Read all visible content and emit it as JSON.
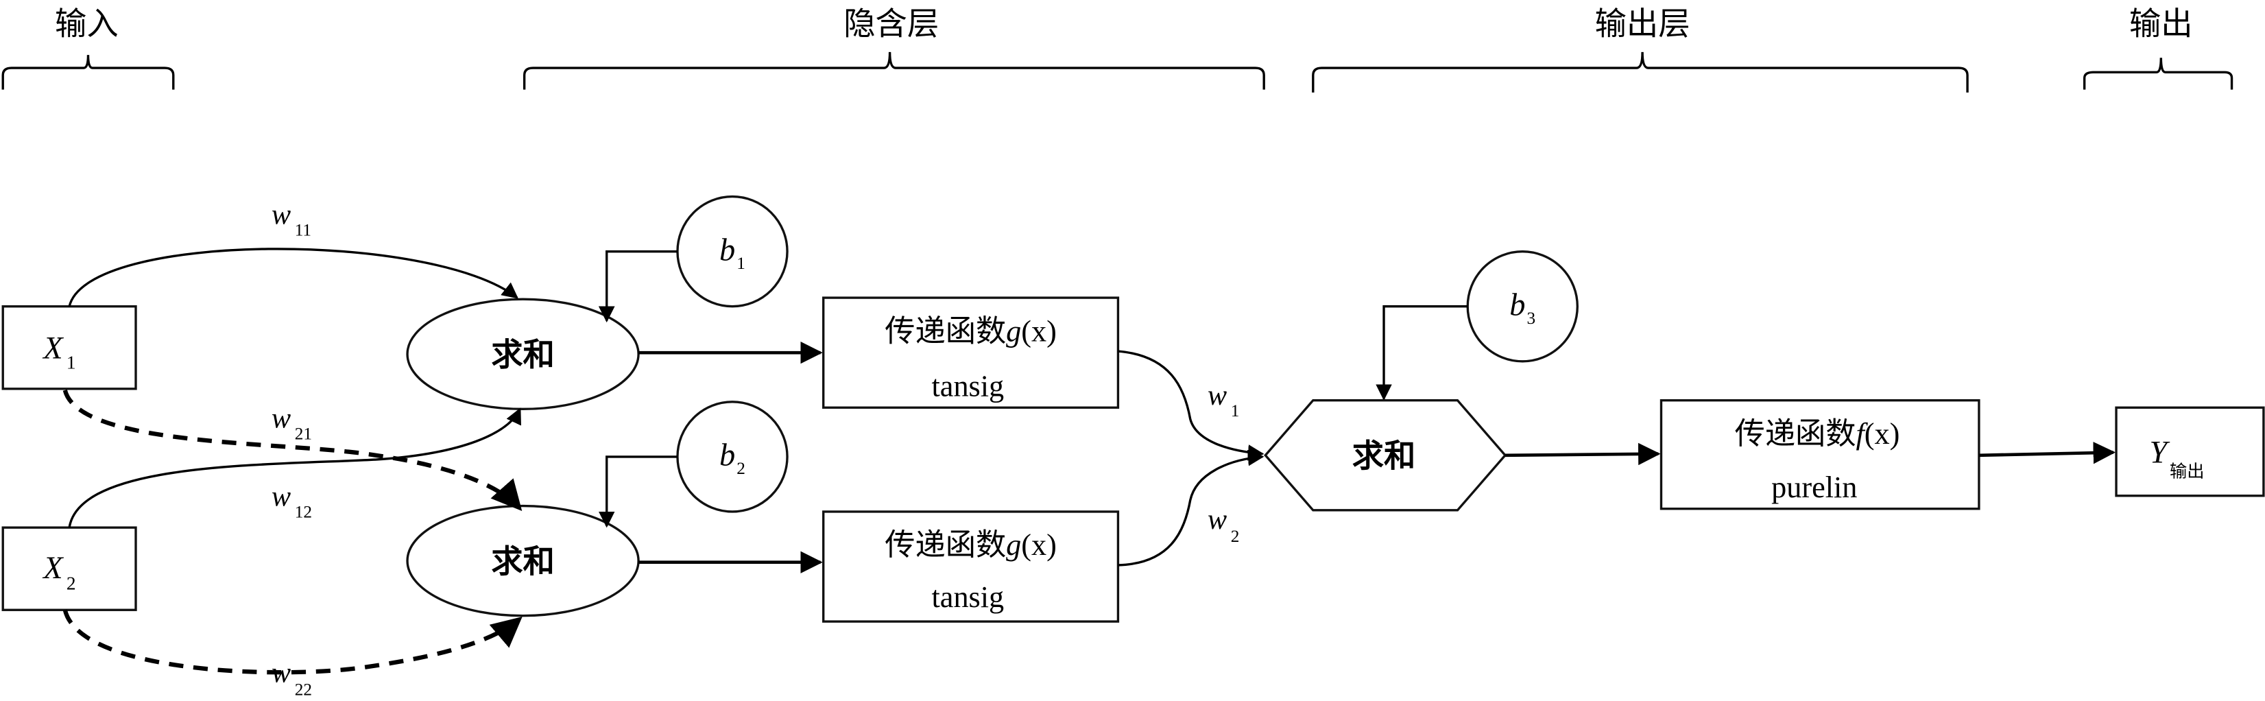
{
  "sections": [
    {
      "id": "input",
      "label": "输入"
    },
    {
      "id": "hidden",
      "label": "隐含层"
    },
    {
      "id": "output_layer",
      "label": "输出层"
    },
    {
      "id": "output",
      "label": "输出"
    }
  ],
  "inputs": [
    {
      "name": "X",
      "sub": "1"
    },
    {
      "name": "X",
      "sub": "2"
    }
  ],
  "weights": {
    "w11": {
      "name": "w",
      "sub": "11"
    },
    "w21": {
      "name": "w",
      "sub": "21"
    },
    "w12": {
      "name": "w",
      "sub": "12"
    },
    "w22": {
      "name": "w",
      "sub": "22"
    },
    "w1": {
      "name": "w",
      "sub": "1"
    },
    "w2": {
      "name": "w",
      "sub": "2"
    }
  },
  "biases": [
    {
      "name": "b",
      "sub": "1"
    },
    {
      "name": "b",
      "sub": "2"
    },
    {
      "name": "b",
      "sub": "3"
    }
  ],
  "sum_nodes": [
    {
      "label": "求和"
    },
    {
      "label": "求和"
    },
    {
      "label": "求和"
    }
  ],
  "transfer_boxes": [
    {
      "prefix": "传递函数",
      "func": "g",
      "arg": "(x)",
      "fn_name": "tansig"
    },
    {
      "prefix": "传递函数",
      "func": "g",
      "arg": "(x)",
      "fn_name": "tansig"
    },
    {
      "prefix": "传递函数",
      "func": "f",
      "arg": "(x)",
      "fn_name": "purelin"
    }
  ],
  "output_node": {
    "name": "Y",
    "sub": "输出"
  }
}
